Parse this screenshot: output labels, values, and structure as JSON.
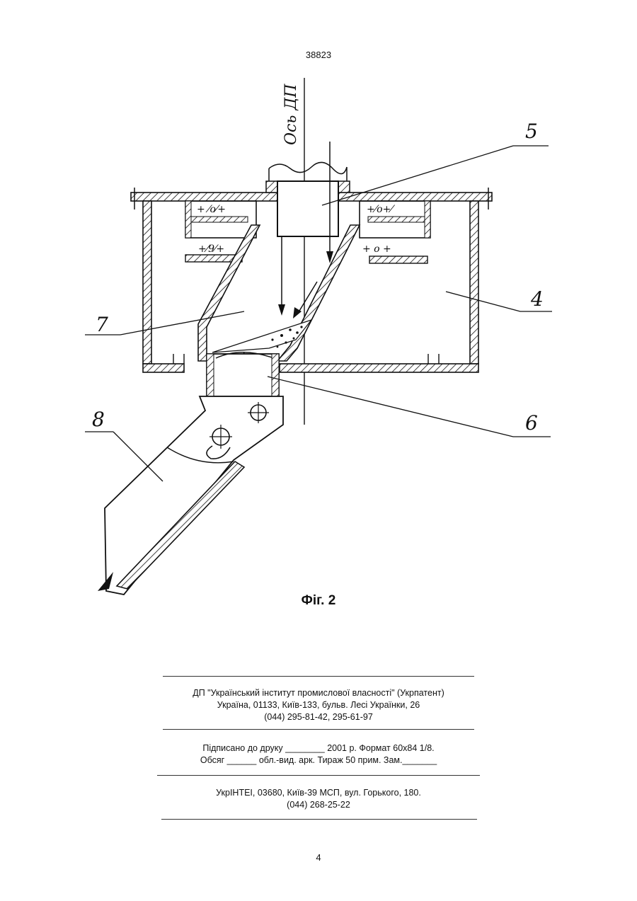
{
  "header": {
    "document_number": "38823"
  },
  "figure": {
    "caption": "Фіг. 2",
    "axis_label": "Ось ДП",
    "callouts": [
      "5",
      "4",
      "7",
      "6",
      "8"
    ]
  },
  "imprint": {
    "publisher_name": "ДП \"Український інститут промислової власності\" (Укрпатент)",
    "publisher_address": "Україна, 01133, Київ-133, бульв. Лесі Українки, 26",
    "publisher_phone": "(044) 295-81-42, 295-61-97",
    "print_line_1": "Підписано до друку ________ 2001 р.    Формат 60х84 1/8.",
    "print_line_2": "Обсяг ______ обл.-вид. арк.   Тираж 50 прим.    Зам._______",
    "printer_name": "УкрІНТЕІ, 03680, Київ-39 МСП, вул. Горького, 180.",
    "printer_phone": "(044) 268-25-22"
  },
  "footer": {
    "page_number": "4"
  }
}
